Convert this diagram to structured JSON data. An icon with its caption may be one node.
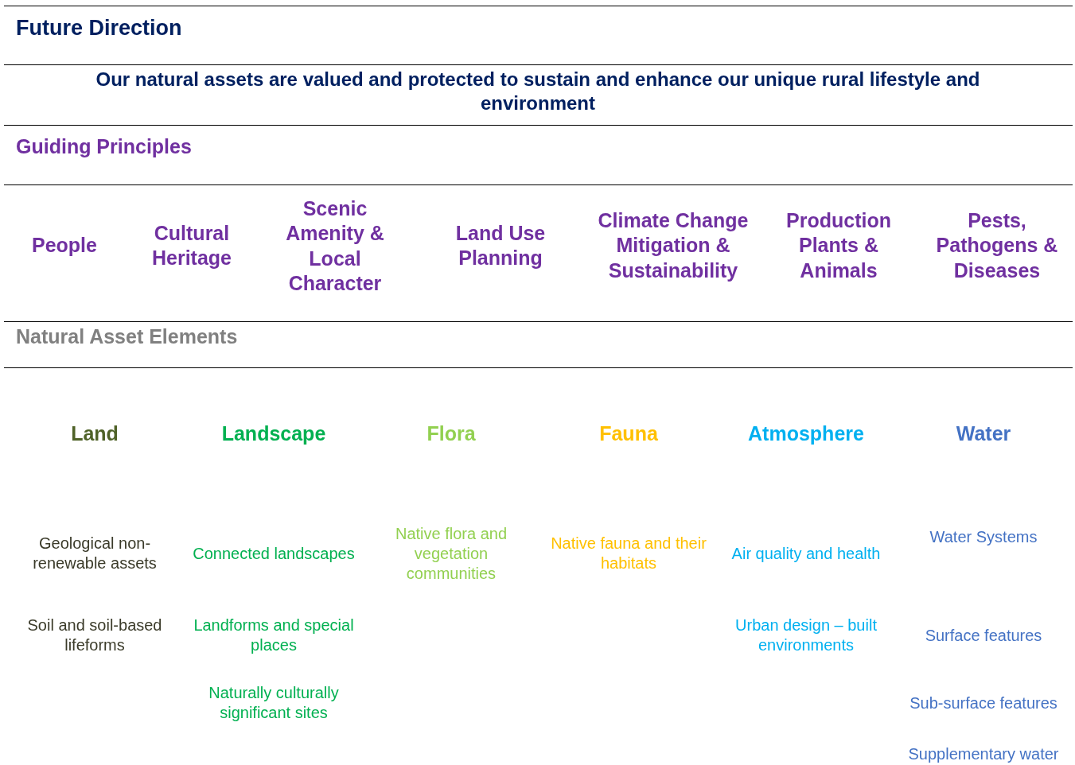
{
  "diagram": {
    "title": "Future Direction",
    "labels": [
      "Our natural assets are valued and protected to sustain and enhance our unique rural lifestyle and environment",
      "Guiding Principles",
      "People",
      "Cultural Heritage",
      "Scenic Amenity & Local Character",
      "Land Use Planning",
      "Climate Change Mitigation & Sustainability",
      "Production Plants & Animals",
      "Pests, Pathogens & Diseases",
      "Natural Asset Elements",
      "Land",
      "Landscape",
      "Flora",
      "Fauna",
      "Atmosphere",
      "Water",
      "Geological non-renewable assets",
      "Connected landscapes",
      "Native flora and vegetation communities",
      "Native fauna and their habitats",
      "Air quality and health",
      "Water Systems",
      "Soil and soil-based lifeforms",
      "Landforms and special places",
      "Urban design – built environments",
      "Surface features",
      "Naturally culturally significant sites",
      "Sub-surface features",
      "Supplementary water"
    ]
  }
}
